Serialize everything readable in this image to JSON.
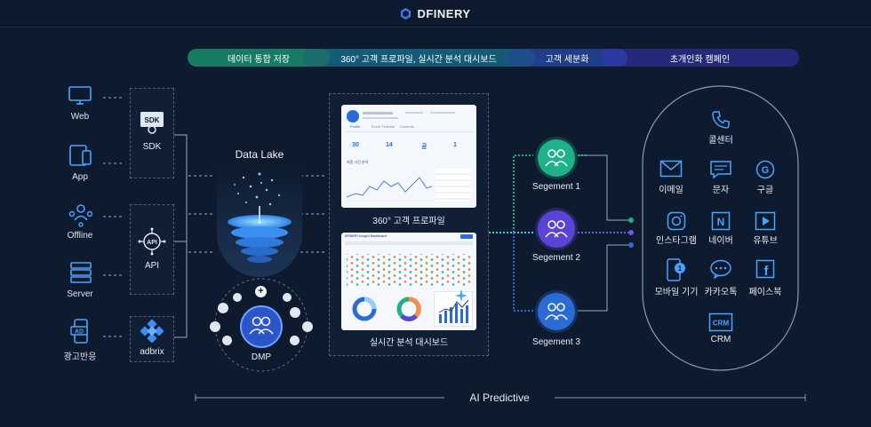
{
  "brand": {
    "name": "DFINERY"
  },
  "stages": [
    {
      "label": "데이터 통합 저장",
      "color": "#177a63"
    },
    {
      "label": "360° 고객 프로파일, 실시간 분석 대시보드",
      "color": "#165a7a"
    },
    {
      "label": "고객 세분화",
      "color": "#1f3f8a"
    },
    {
      "label": "초개인화 캠페인",
      "color": "#24297a"
    }
  ],
  "sources": [
    {
      "label": "Web",
      "icon": "monitor-icon"
    },
    {
      "label": "App",
      "icon": "smartphone-icon"
    },
    {
      "label": "Offline",
      "icon": "people-network-icon"
    },
    {
      "label": "Server",
      "icon": "server-icon"
    },
    {
      "label": "광고반응",
      "icon": "ad-phone-icon"
    }
  ],
  "collectors": [
    {
      "label": "SDK",
      "icon": "sdk-icon"
    },
    {
      "label": "API",
      "icon": "api-icon"
    },
    {
      "label": "adbrix",
      "icon": "adbrix-icon"
    }
  ],
  "data_lake": {
    "title": "Data Lake"
  },
  "dmp": {
    "label": "DMP"
  },
  "profile_card": {
    "label": "360° 고객 프로파일",
    "tabs": [
      "Profile",
      "Event Timeline",
      "Contents"
    ],
    "stats": [
      "30",
      "14",
      "공",
      "1"
    ],
    "chart_title": "최종 사건 분석"
  },
  "dashboard_card": {
    "label": "실시간 분석 대시보드",
    "title": "DFINERY Insight Dashboard"
  },
  "segments": [
    {
      "label": "Segement 1",
      "color": "#1fb28a"
    },
    {
      "label": "Segement 2",
      "color": "#5a44d6"
    },
    {
      "label": "Segement 3",
      "color": "#2a6bd6"
    }
  ],
  "channels": [
    {
      "label": "콜센터",
      "icon": "phone-icon"
    },
    {
      "label": "이메일",
      "icon": "email-icon"
    },
    {
      "label": "문자",
      "icon": "sms-icon"
    },
    {
      "label": "구글",
      "icon": "google-icon"
    },
    {
      "label": "인스타그램",
      "icon": "instagram-icon"
    },
    {
      "label": "네이버",
      "icon": "naver-icon"
    },
    {
      "label": "유튜브",
      "icon": "youtube-icon"
    },
    {
      "label": "모바일 기기",
      "icon": "mobile-push-icon"
    },
    {
      "label": "카카오톡",
      "icon": "kakaotalk-icon"
    },
    {
      "label": "페이스북",
      "icon": "facebook-icon"
    },
    {
      "label": "CRM",
      "icon": "crm-icon"
    }
  ],
  "footer": {
    "label": "AI Predictive"
  },
  "colors": {
    "accent_cyan": "#3ec8e8",
    "line": "#9aa8bb",
    "bg": "#0e1b2f"
  }
}
